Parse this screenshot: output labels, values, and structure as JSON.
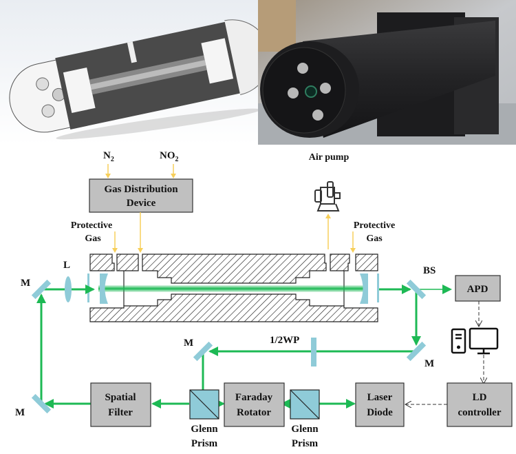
{
  "figure": {
    "cad_render": {
      "description": "CAD cross-section of gas cell"
    },
    "photo": {
      "description": "Photograph of assembled gas cell on optical table"
    }
  },
  "labels": {
    "n2": "N",
    "n2_sub": "2",
    "no2": "NO",
    "no2_sub": "2",
    "gas_device_line1": "Gas Distribution",
    "gas_device_line2": "Device",
    "air_pump": "Air pump",
    "protective_left_1": "Protective",
    "protective_left_2": "Gas",
    "protective_right_1": "Protective",
    "protective_right_2": "Gas",
    "mirror_top_left": "M",
    "lens": "L",
    "beam_splitter": "BS",
    "apd": "APD",
    "mirror_mid_left": "M",
    "half_wave_plate": "1/2WP",
    "mirror_mid_right": "M",
    "mirror_bottom_left": "M",
    "spatial_filter_1": "Spatial",
    "spatial_filter_2": "Filter",
    "faraday_1": "Faraday",
    "faraday_2": "Rotator",
    "laser_1": "Laser",
    "laser_2": "Diode",
    "ld_ctrl_1": "LD",
    "ld_ctrl_2": "controller",
    "glenn_left_1": "Glenn",
    "glenn_left_2": "Prism",
    "glenn_right_1": "Glenn",
    "glenn_right_2": "Prism"
  },
  "colors": {
    "beam": "#1db954",
    "optic": "#8fcbd8",
    "gas_arrow": "#f7cf5a",
    "box_fill": "#c0c0c0",
    "box_stroke": "#333333"
  }
}
